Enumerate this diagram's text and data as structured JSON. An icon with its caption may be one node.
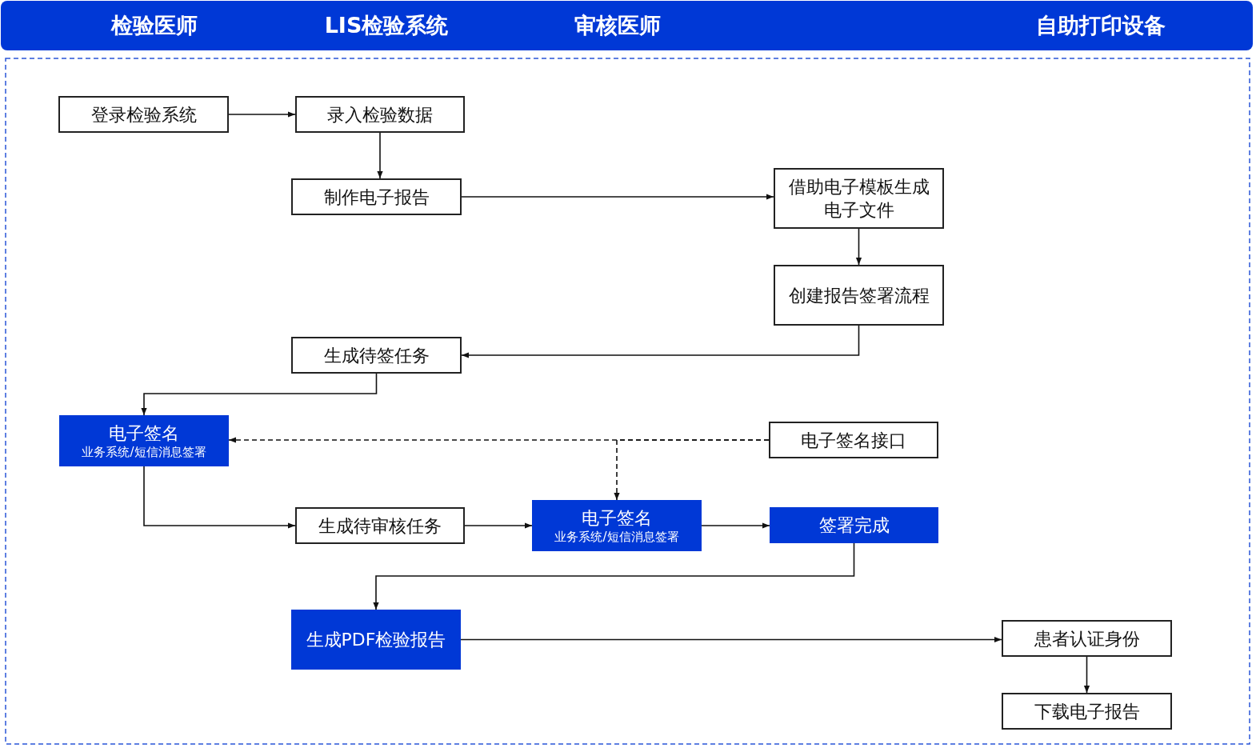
{
  "diagram": {
    "nodes": [
      {
        "text": [
          "登录检验系统"
        ]
      },
      {
        "text": [
          "录入检验数据"
        ]
      },
      {
        "text": [
          "制作电子报告"
        ]
      },
      {
        "text": [
          "借助电子模板生成电子文件"
        ]
      },
      {
        "text": [
          "创建报告签署流程"
        ]
      },
      {
        "text": [
          "生成待签任务"
        ]
      },
      {
        "text": [
          "电子签名",
          "业务系统/短信消息签署"
        ]
      },
      {
        "text": [
          "电子签名接口"
        ]
      },
      {
        "text": [
          "生成待审核任务"
        ]
      },
      {
        "text": [
          "电子签名",
          "业务系统/短信消息签署"
        ]
      },
      {
        "text": [
          "签署完成"
        ]
      },
      {
        "text": [
          "生成PDF检验报告"
        ]
      },
      {
        "text": [
          "患者认证身份"
        ]
      },
      {
        "text": [
          "下载电子报告"
        ]
      }
    ],
    "edges": [
      {
        "from": 0,
        "to": 1,
        "arrow": "to"
      },
      {
        "from": 1,
        "to": 2,
        "arrow": "to"
      },
      {
        "from": 2,
        "to": 3,
        "arrow": "to"
      },
      {
        "from": 3,
        "to": 4,
        "arrow": "to"
      },
      {
        "from": 4,
        "to": 5,
        "arrow": "to"
      },
      {
        "from": 5,
        "to": 6,
        "arrow": "to"
      },
      {
        "from": 7,
        "to": 6,
        "arrow": "to",
        "style": "dashed"
      },
      {
        "from": 7,
        "to": 9,
        "arrow": "to",
        "style": "dashed"
      },
      {
        "from": 6,
        "to": 8,
        "arrow": "to"
      },
      {
        "from": 8,
        "to": 9,
        "arrow": "to"
      },
      {
        "from": 9,
        "to": 10,
        "arrow": "to"
      },
      {
        "from": 10,
        "to": 11,
        "arrow": "to"
      },
      {
        "from": 11,
        "to": 12,
        "arrow": "to"
      },
      {
        "from": 12,
        "to": 13,
        "arrow": "to"
      }
    ],
    "labels": [
      "检验医师",
      "LIS检验系统",
      "审核医师",
      "自助打印设备"
    ]
  }
}
